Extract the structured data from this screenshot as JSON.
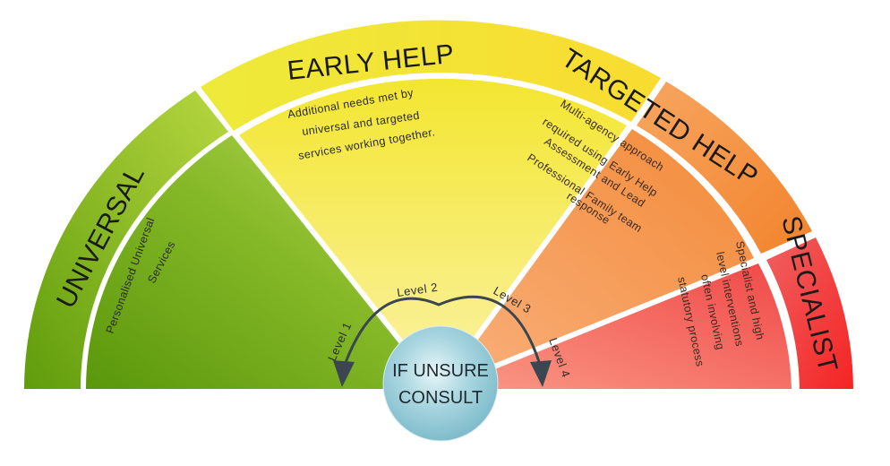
{
  "diagram": {
    "type": "semicircle-continuum",
    "segments": [
      {
        "id": "universal",
        "title": "UNIVERSAL",
        "description_lines": [
          "Personalised Universal",
          "Services"
        ],
        "level_label": "Level 1",
        "colors": {
          "outer": "#8cbd1f",
          "inner_light": "#b8d84a",
          "inner_dark": "#5e9a0e"
        }
      },
      {
        "id": "early-help",
        "title": "EARLY HELP",
        "description_lines": [
          "Additional needs met by",
          "universal and targeted",
          "services working together."
        ],
        "level_label": "Level 2",
        "colors": {
          "outer": "#f6e23a",
          "inner_light": "#fbf3a0",
          "inner_dark": "#f3e02e"
        }
      },
      {
        "id": "targeted-help",
        "title": "TARGETED HELP",
        "description_lines": [
          "Multi-agency approach",
          "required using Early Help",
          "Assessment and Lead",
          "Professional Family team",
          "response"
        ],
        "level_label": "Level 3",
        "colors": {
          "outer": "#f59a4a",
          "inner_light": "#f9b98a",
          "inner_dark": "#f5903c"
        }
      },
      {
        "id": "specialist",
        "title": "SPECIALIST",
        "description_lines": [
          "Specialist and high",
          "level interventions",
          "often involving",
          "statutory process"
        ],
        "level_label": "Level 4",
        "colors": {
          "outer": "#f23a3a",
          "inner_light": "#f98a7a",
          "inner_dark": "#f24a44"
        }
      }
    ],
    "center_bubble": {
      "lines": [
        "IF UNSURE",
        "CONSULT"
      ],
      "color": "#9fd0dc"
    },
    "arrow_color": "#3a4650"
  }
}
